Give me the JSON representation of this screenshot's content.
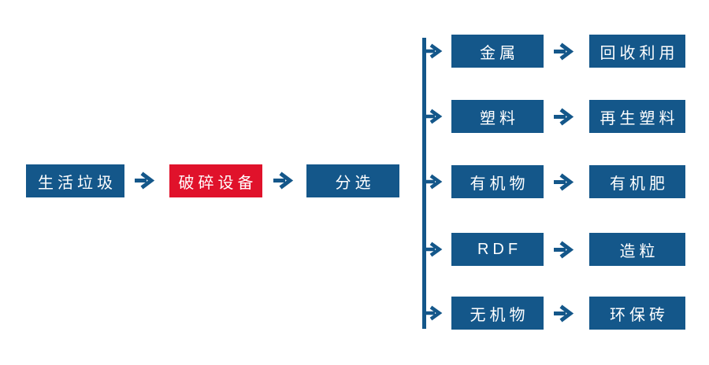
{
  "colors": {
    "primary_blue": "#14578A",
    "accent_red": "#E0122B",
    "node_text": "#FFFFFF",
    "background": "#FFFFFF"
  },
  "flow": {
    "main_path": [
      {
        "label": "生活垃圾"
      },
      {
        "label": "破碎设备"
      },
      {
        "label": "分选"
      }
    ],
    "branches": [
      {
        "output": "金属",
        "result": "回收利用"
      },
      {
        "output": "塑料",
        "result": "再生塑料"
      },
      {
        "output": "有机物",
        "result": "有机肥"
      },
      {
        "output": "RDF",
        "result": "造粒"
      },
      {
        "output": "无机物",
        "result": "环保砖"
      }
    ]
  }
}
